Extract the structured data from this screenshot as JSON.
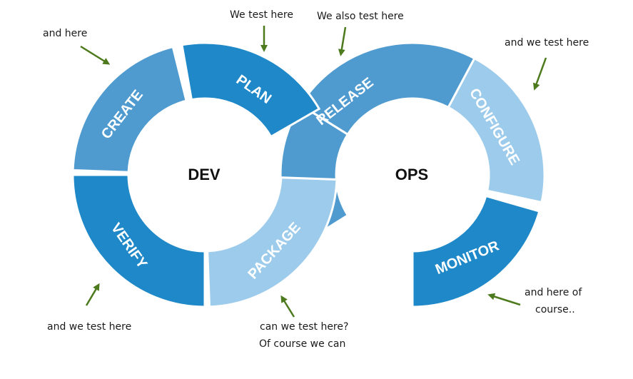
{
  "colors": {
    "dark": "#1e88c8",
    "mid": "#4f9bd0",
    "light": "#9dcbec",
    "arrow": "#4e7a1e"
  },
  "segments": {
    "plan": "PLAN",
    "create": "CREATE",
    "verify": "VERIFY",
    "package": "PACKAGE",
    "release": "RELEASE",
    "configure": "CONFIGURE",
    "monitor": "MONITOR"
  },
  "centers": {
    "dev": "DEV",
    "ops": "OPS"
  },
  "annotations": {
    "create_note": "and here",
    "plan_note": "We test here",
    "release_note": "We also test here",
    "configure_note": "and we test here",
    "verify_note": "and we test here",
    "package_note_1": "can we test here?",
    "package_note_2": "Of course we can",
    "monitor_note_1": "and here of",
    "monitor_note_2": "course.."
  }
}
